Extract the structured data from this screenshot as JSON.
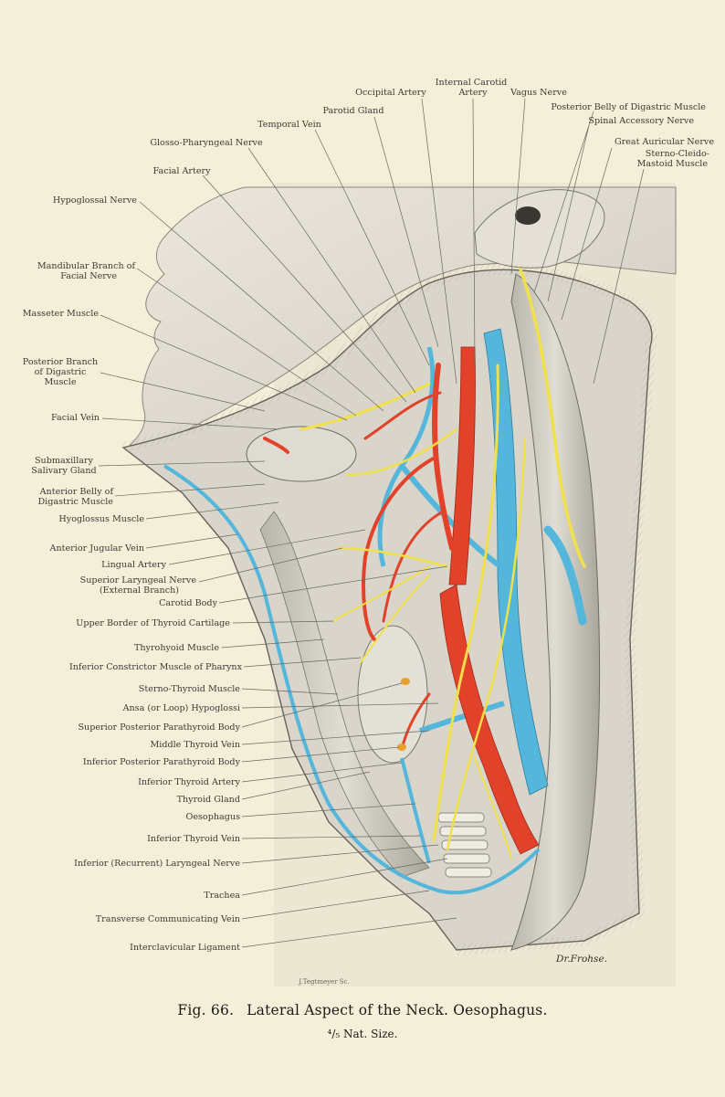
{
  "labels_top": [
    "Internal Carotid",
    "Artery",
    "Occipital Artery",
    "Vagus Nerve",
    "Parotid Gland",
    "Posterior Belly of Digastric Muscle",
    "Temporal Vein",
    "Spinal Accessory Nerve",
    "Glosso-Pharyngeal Nerve",
    "Great Auricular Nerve",
    "Sterno-Cleido-",
    "Mastoid Muscle",
    "Facial Artery"
  ],
  "labels_left": [
    "Hypoglossal Nerve",
    "Mandibular Branch of",
    "Facial Nerve",
    "Masseter Muscle",
    "Posterior Branch",
    "of Digastric",
    "Muscle",
    "Facial Vein",
    "Submaxillary",
    "Salivary Gland",
    "Anterior Belly of",
    "Digastric Muscle",
    "Hyoglossus Muscle",
    "Anterior Jugular Vein",
    "Lingual Artery",
    "Superior Laryngeal Nerve",
    "(External Branch)",
    "Carotid Body",
    "Upper Border of Thyroid Cartilage",
    "Thyrohyoid Muscle",
    "Inferior Constrictor Muscle of Pharynx",
    "Sterno-Thyroid Muscle",
    "Ansa (or Loop) Hypoglossi",
    "Superior Posterior Parathyroid Body",
    "Middle Thyroid Vein",
    "Inferior Posterior Parathyroid Body",
    "Inferior Thyroid Artery",
    "Thyroid Gland",
    "Oesophagus",
    "Inferior Thyroid Vein",
    "Inferior (Recurrent) Laryngeal Nerve",
    "Trachea",
    "Transverse Communicating Vein",
    "Interclavicular Ligament"
  ],
  "signature": "Dr.Frohse.",
  "engraver": "J.Tegtmeyer Sc.",
  "caption": {
    "fig": "Fig. 66.",
    "title": "Lateral Aspect of the Neck.  Oesophagus.",
    "scale": "⁴/₅ Nat. Size."
  },
  "colors": {
    "artery": "#e2422a",
    "vein": "#55b6dc",
    "nerve": "#f0e14a",
    "paper": "#f4efd9"
  }
}
